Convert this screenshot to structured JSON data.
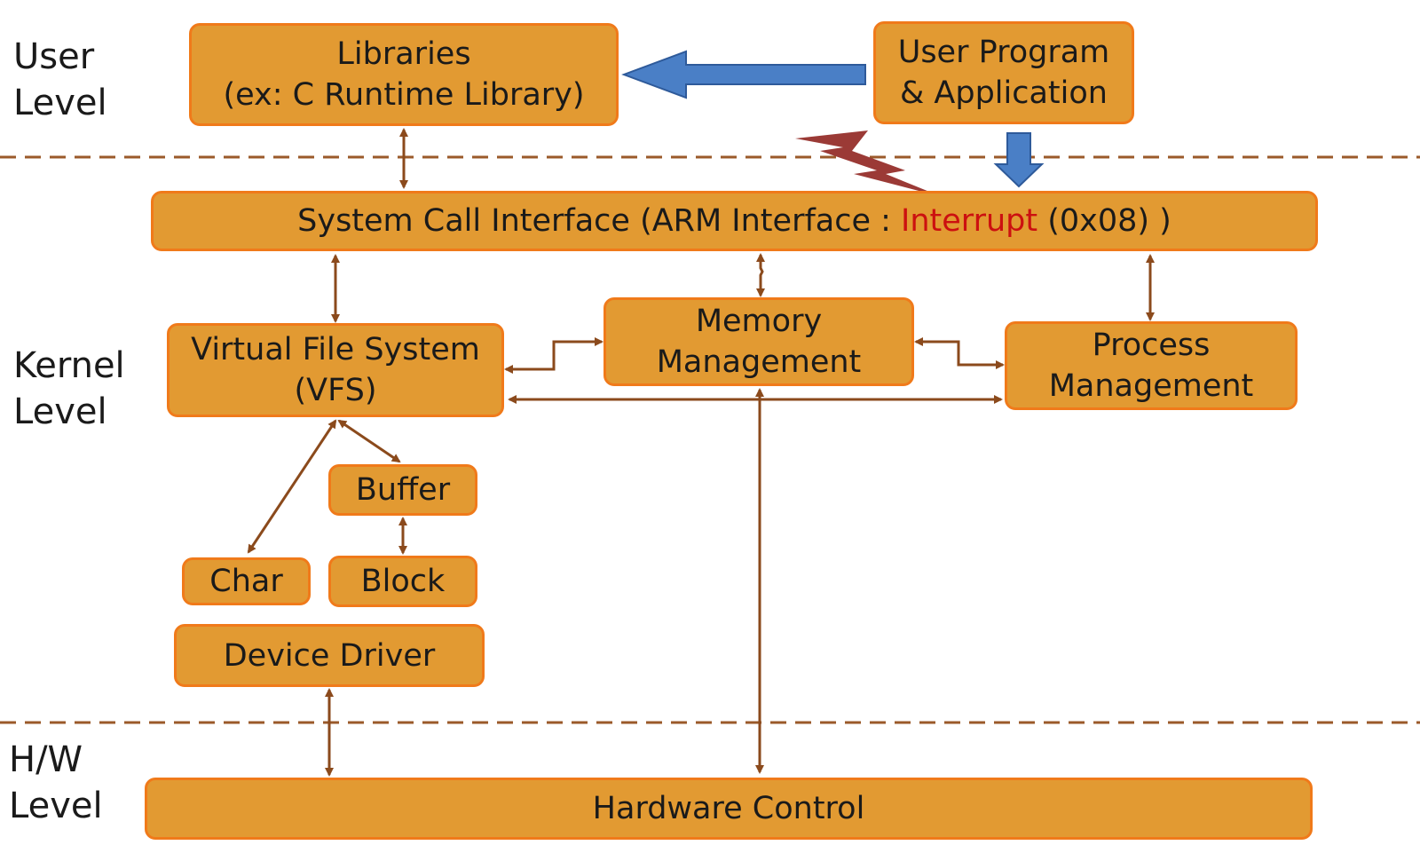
{
  "levels": {
    "user": [
      "User",
      "Level"
    ],
    "kernel": [
      "Kernel",
      "Level"
    ],
    "hw": [
      "H/W",
      "Level"
    ]
  },
  "boxes": {
    "libraries": [
      "Libraries",
      "(ex: C Runtime Library)"
    ],
    "user_program": [
      "User Program",
      "& Application"
    ],
    "syscall": {
      "prefix": "System Call Interface (ARM Interface : ",
      "highlight": "Interrupt",
      "suffix": " (0x08) )"
    },
    "vfs": [
      "Virtual File System",
      "(VFS)"
    ],
    "memory": [
      "Memory",
      "Management"
    ],
    "process": [
      "Process",
      "Management"
    ],
    "buffer": "Buffer",
    "char": "Char",
    "block": "Block",
    "device_driver": "Device Driver",
    "hardware": "Hardware Control"
  },
  "colors": {
    "box_fill": "#e29a32",
    "box_border": "#f07a1a",
    "connector": "#8b4a1c",
    "blue_arrow": "#4a7fc6",
    "lightning": "#9b3a36",
    "highlight": "#cc1010",
    "divider": "#9b5a2a"
  }
}
